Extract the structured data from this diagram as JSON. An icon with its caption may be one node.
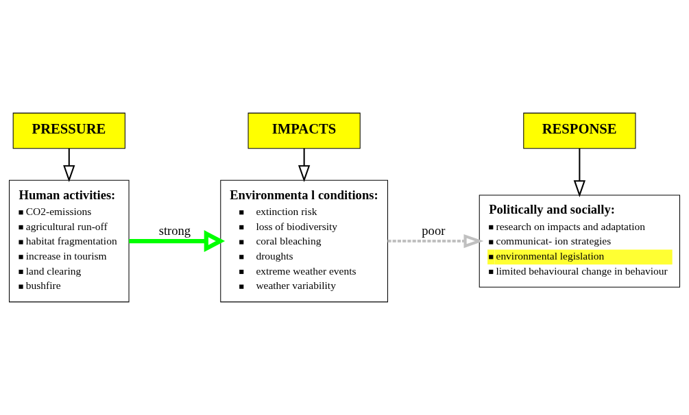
{
  "diagram": {
    "nodes": [
      {
        "text": [
          "PRESSURE"
        ]
      },
      {
        "text": [
          "IMPACTS"
        ]
      },
      {
        "text": [
          "RESPONSE"
        ]
      },
      {
        "text": [
          "Human activities:",
          "CO2-emissions",
          "agricultural run-off",
          "habitat fragmentation",
          "increase in tourism",
          "land clearing",
          "bushfire"
        ]
      },
      {
        "text": [
          "Environmenta l conditions:",
          "extinction risk",
          "loss of biodiversity",
          "coral bleaching",
          "droughts",
          "extreme weather events",
          "weather variability"
        ]
      },
      {
        "text": [
          "Politically and socially:",
          "research on impacts and adaptation",
          "communicat- ion strategies",
          "environmental legislation",
          "limited behavioural change in behaviour"
        ]
      }
    ],
    "edges": [
      {
        "from": 0,
        "to": 3,
        "arrow": "to"
      },
      {
        "from": 1,
        "to": 4,
        "arrow": "to"
      },
      {
        "from": 2,
        "to": 5,
        "arrow": "to"
      },
      {
        "from": 3,
        "to": 4,
        "arrow": "to",
        "label": "strong",
        "style": "thick",
        "color": "#00ff00"
      },
      {
        "from": 4,
        "to": 5,
        "arrow": "to",
        "label": "poor",
        "style": "dashed",
        "color": "#c0c0c0"
      }
    ]
  }
}
